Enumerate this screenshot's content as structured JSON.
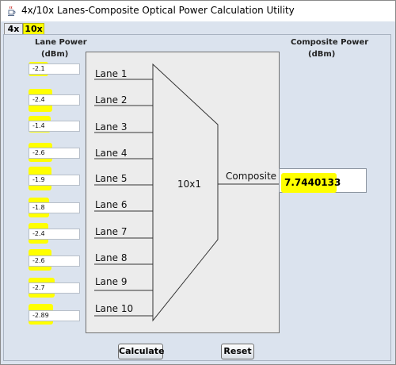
{
  "window": {
    "title": "4x/10x Lanes-Composite  Optical  Power Calculation Utility"
  },
  "tabs": [
    {
      "label": "4x",
      "selected": false
    },
    {
      "label": "10x",
      "selected": true
    }
  ],
  "headers": {
    "lane_power": "Lane Power",
    "lane_power_unit": "(dBm)",
    "composite_power": "Composite Power",
    "composite_power_unit": "(dBm)"
  },
  "lanes": [
    {
      "label": "Lane 1",
      "value": "-2.1"
    },
    {
      "label": "Lane 2",
      "value": "-2.4"
    },
    {
      "label": "Lane 3",
      "value": "-1.4"
    },
    {
      "label": "Lane 4",
      "value": "-2.6"
    },
    {
      "label": "Lane 5",
      "value": "-1.9"
    },
    {
      "label": "Lane 6",
      "value": "-1.8"
    },
    {
      "label": "Lane 7",
      "value": "-2.4"
    },
    {
      "label": "Lane 8",
      "value": "-2.6"
    },
    {
      "label": "Lane 9",
      "value": "-2.7"
    },
    {
      "label": "Lane 10",
      "value": "-2.89"
    }
  ],
  "diagram": {
    "mux_label": "10x1",
    "output_label": "Composite"
  },
  "result": {
    "value": "7.7440133"
  },
  "buttons": {
    "calculate": "Calculate",
    "reset": "Reset"
  },
  "colors": {
    "highlight": "#ffff00",
    "panel_bg": "#dbe3ee",
    "diagram_bg": "#ececec"
  }
}
